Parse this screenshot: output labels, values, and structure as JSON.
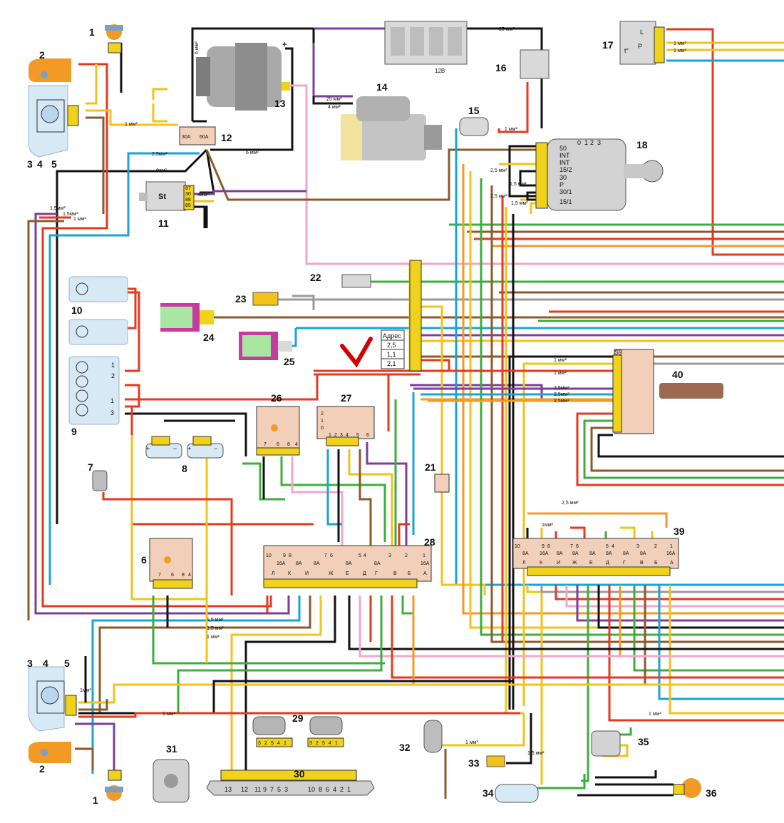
{
  "colors": {
    "red": "#e5391f",
    "black": "#111111",
    "yellow": "#f3c21b",
    "orange": "#f29a26",
    "blue": "#1aa3d8",
    "brown": "#8b5a2b",
    "green": "#3cae3c",
    "violet": "#7b3f9a",
    "pink": "#f2a7c9",
    "grey": "#9a9a9a",
    "connector": "#f1d21a",
    "relay": "#f1cfb8"
  },
  "components": {
    "c1_top": "1",
    "c2_top": "2",
    "c3_top": "3",
    "c4_top": "4",
    "c5_top": "5",
    "c6": "6",
    "c7": "7",
    "c8": "8",
    "c9": "9",
    "c10a": "10",
    "c11": "11",
    "c12": "12",
    "c13": "13",
    "c14": "14",
    "c15": "15",
    "c16": "16",
    "c17": "17",
    "c18": "18",
    "c21": "21",
    "c22": "22",
    "c23": "23",
    "c24": "24",
    "c25": "25",
    "c26": "26",
    "c27": "27",
    "c28": "28",
    "c29": "29",
    "c30": "30",
    "c31": "31",
    "c32": "32",
    "c33": "33",
    "c34": "34",
    "c35": "35",
    "c36": "36",
    "c39": "39",
    "c40": "40",
    "c1_bot": "1",
    "c2_bot": "2",
    "c3_bot": "3",
    "c4_bot": "4",
    "c5_bot": "5"
  },
  "wire_labels": {
    "w6mm_a": "6 мм²",
    "w6mm_b": "6 мм²",
    "w25_top": "25 мм²",
    "w25_gen": "25 мм²",
    "w4_gen": "4 мм²",
    "w25_vert": "25 мм²",
    "w1_15": "1 мм²",
    "w1_5": "1 мм²",
    "w25_12": "2,5мм²",
    "w4_12": "4мм²",
    "w4_11": "4мм²",
    "w25_ign1": "2,5 мм²",
    "w15_ign": "1,5 мм²",
    "w25_ign2": "2,5 мм²",
    "w15_ign3": "1,5 мм²",
    "w15_left1": "1,5мм²",
    "w15_left2": "1,5мм²",
    "w1_left": "1 мм²",
    "w25_2": "2,5мм²",
    "w1_40a": "1 мм²",
    "w1_40b": "1 мм²",
    "w25_40a": "2,5мм²",
    "w25_40b": "2,5мм²",
    "w25_40c": "2,5мм²",
    "w1_28": "1 мм²",
    "w25_39": "2,5 мм²",
    "w1_39": "1мм²",
    "w15_b1": "1,5 мм²",
    "w15_b2": "1,5 мм²",
    "w1_b3": "1 мм²",
    "w1_bot4": "1мм²",
    "w1_32": "1 мм²",
    "w15_33": "1,5 мм²",
    "w1_32v": "1 мм²",
    "w1_right": "1 мм²",
    "w1_17a": "1 мм²",
    "w1_17b": "1 мм²"
  },
  "battery": {
    "label": "12В"
  },
  "generator_plus": "+",
  "fuse_block_12": {
    "left": "30A",
    "right": "60A"
  },
  "relay_11": {
    "label": "St",
    "pins": [
      "87",
      "30",
      "88",
      "85"
    ]
  },
  "ignition_18": {
    "positions": [
      "0",
      "1",
      "2",
      "3"
    ],
    "pins": [
      "50",
      "INT",
      "INT",
      "15/2",
      "30",
      "P",
      "30/1",
      "15/1"
    ]
  },
  "address_table": {
    "header": "Адрес",
    "rows": [
      "2,5",
      "1,1",
      "2,1"
    ]
  },
  "fuse_box_28": {
    "top_numbers": [
      "10",
      "9",
      "8",
      "7",
      "6",
      "5",
      "4",
      "3",
      "2",
      "1"
    ],
    "ratings": [
      "16A",
      "8A",
      "8A",
      "8A",
      "8A",
      "16A"
    ],
    "letters": [
      "Л",
      "К",
      "И",
      "Ж",
      "Е",
      "Д",
      "Г",
      "В",
      "Б",
      "А"
    ]
  },
  "fuse_box_39": {
    "top_numbers": [
      "10",
      "9",
      "8",
      "7",
      "6",
      "5",
      "4",
      "3",
      "2",
      "1"
    ],
    "ratings": [
      "8A",
      "16A",
      "8A",
      "8A",
      "8A",
      "8A",
      "8A",
      "8A",
      "16A"
    ],
    "letters": [
      "Л",
      "К",
      "И",
      "Ж",
      "Е",
      "Д",
      "Г",
      "В",
      "Б",
      "А"
    ]
  },
  "relay_26": {
    "pins": [
      "7",
      "6",
      "8",
      "4"
    ]
  },
  "relay_6": {
    "pins": [
      "7",
      "6",
      "8",
      "4"
    ]
  },
  "relay_27": {
    "rows": [
      "2",
      "1",
      "0"
    ],
    "pins": [
      "1",
      "2",
      "3",
      "4",
      "5",
      "6"
    ]
  },
  "connector_30": {
    "pins": [
      "13",
      "12",
      "11",
      "9",
      "7",
      "5",
      "3",
      "10",
      "8",
      "6",
      "4",
      "2",
      "1"
    ]
  },
  "motor_29": {
    "pins_a": [
      "3",
      "2",
      "5",
      "4",
      "1"
    ],
    "pins_b": [
      "3",
      "2",
      "5",
      "4",
      "1"
    ]
  },
  "switch_40": {
    "label": "S9"
  },
  "sensor_17": {
    "labels": [
      "L",
      "P",
      "t°"
    ]
  },
  "lamp_9": {
    "pins": [
      "1",
      "2",
      "3"
    ]
  },
  "speaker_8": {
    "plus": "+",
    "minus": "−"
  }
}
